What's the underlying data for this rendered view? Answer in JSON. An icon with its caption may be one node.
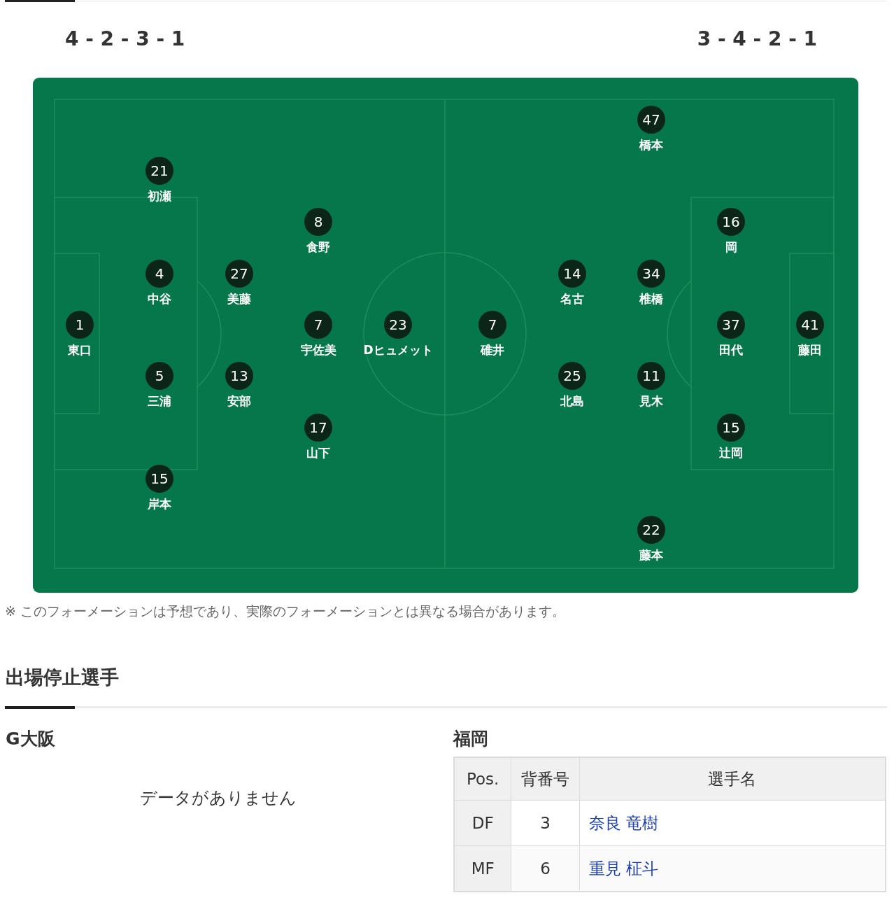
{
  "diagram": {
    "nodes": [
      {
        "text": [
          "1"
        ],
        "beside": [
          "東口"
        ]
      },
      {
        "text": [
          "21"
        ],
        "beside": [
          "初瀬"
        ]
      },
      {
        "text": [
          "4"
        ],
        "beside": [
          "中谷"
        ]
      },
      {
        "text": [
          "5"
        ],
        "beside": [
          "三浦"
        ]
      },
      {
        "text": [
          "15"
        ],
        "beside": [
          "岸本"
        ]
      },
      {
        "text": [
          "27"
        ],
        "beside": [
          "美藤"
        ]
      },
      {
        "text": [
          "13"
        ],
        "beside": [
          "安部"
        ]
      },
      {
        "text": [
          "8"
        ],
        "beside": [
          "食野"
        ]
      },
      {
        "text": [
          "7"
        ],
        "beside": [
          "宇佐美"
        ]
      },
      {
        "text": [
          "17"
        ],
        "beside": [
          "山下"
        ]
      },
      {
        "text": [
          "23"
        ],
        "beside": [
          "Dヒュメット"
        ]
      },
      {
        "text": [
          "47"
        ],
        "beside": [
          "橋本"
        ]
      },
      {
        "text": [
          "16"
        ],
        "beside": [
          "岡"
        ]
      },
      {
        "text": [
          "14"
        ],
        "beside": [
          "名古"
        ]
      },
      {
        "text": [
          "34"
        ],
        "beside": [
          "椎橋"
        ]
      },
      {
        "text": [
          "7"
        ],
        "beside": [
          "碓井"
        ]
      },
      {
        "text": [
          "37"
        ],
        "beside": [
          "田代"
        ]
      },
      {
        "text": [
          "41"
        ],
        "beside": [
          "藤田"
        ]
      },
      {
        "text": [
          "25"
        ],
        "beside": [
          "北島"
        ]
      },
      {
        "text": [
          "11"
        ],
        "beside": [
          "見木"
        ]
      },
      {
        "text": [
          "15"
        ],
        "beside": [
          "辻岡"
        ]
      },
      {
        "text": [
          "22"
        ],
        "beside": [
          "藤本"
        ]
      }
    ],
    "labels": [
      "4 - 2 - 3 - 1",
      "3 - 4 - 2 - 1",
      "※ このフォーメーションは予想であり、実際のフォーメーションとは異なる場合があります。",
      "出場停止選手",
      "G大阪",
      "データがありません",
      "福岡",
      "Pos.",
      "背番号",
      "選手名",
      "DF",
      "3",
      "奈良 竜樹",
      "MF",
      "6",
      "重見 柾斗"
    ]
  }
}
